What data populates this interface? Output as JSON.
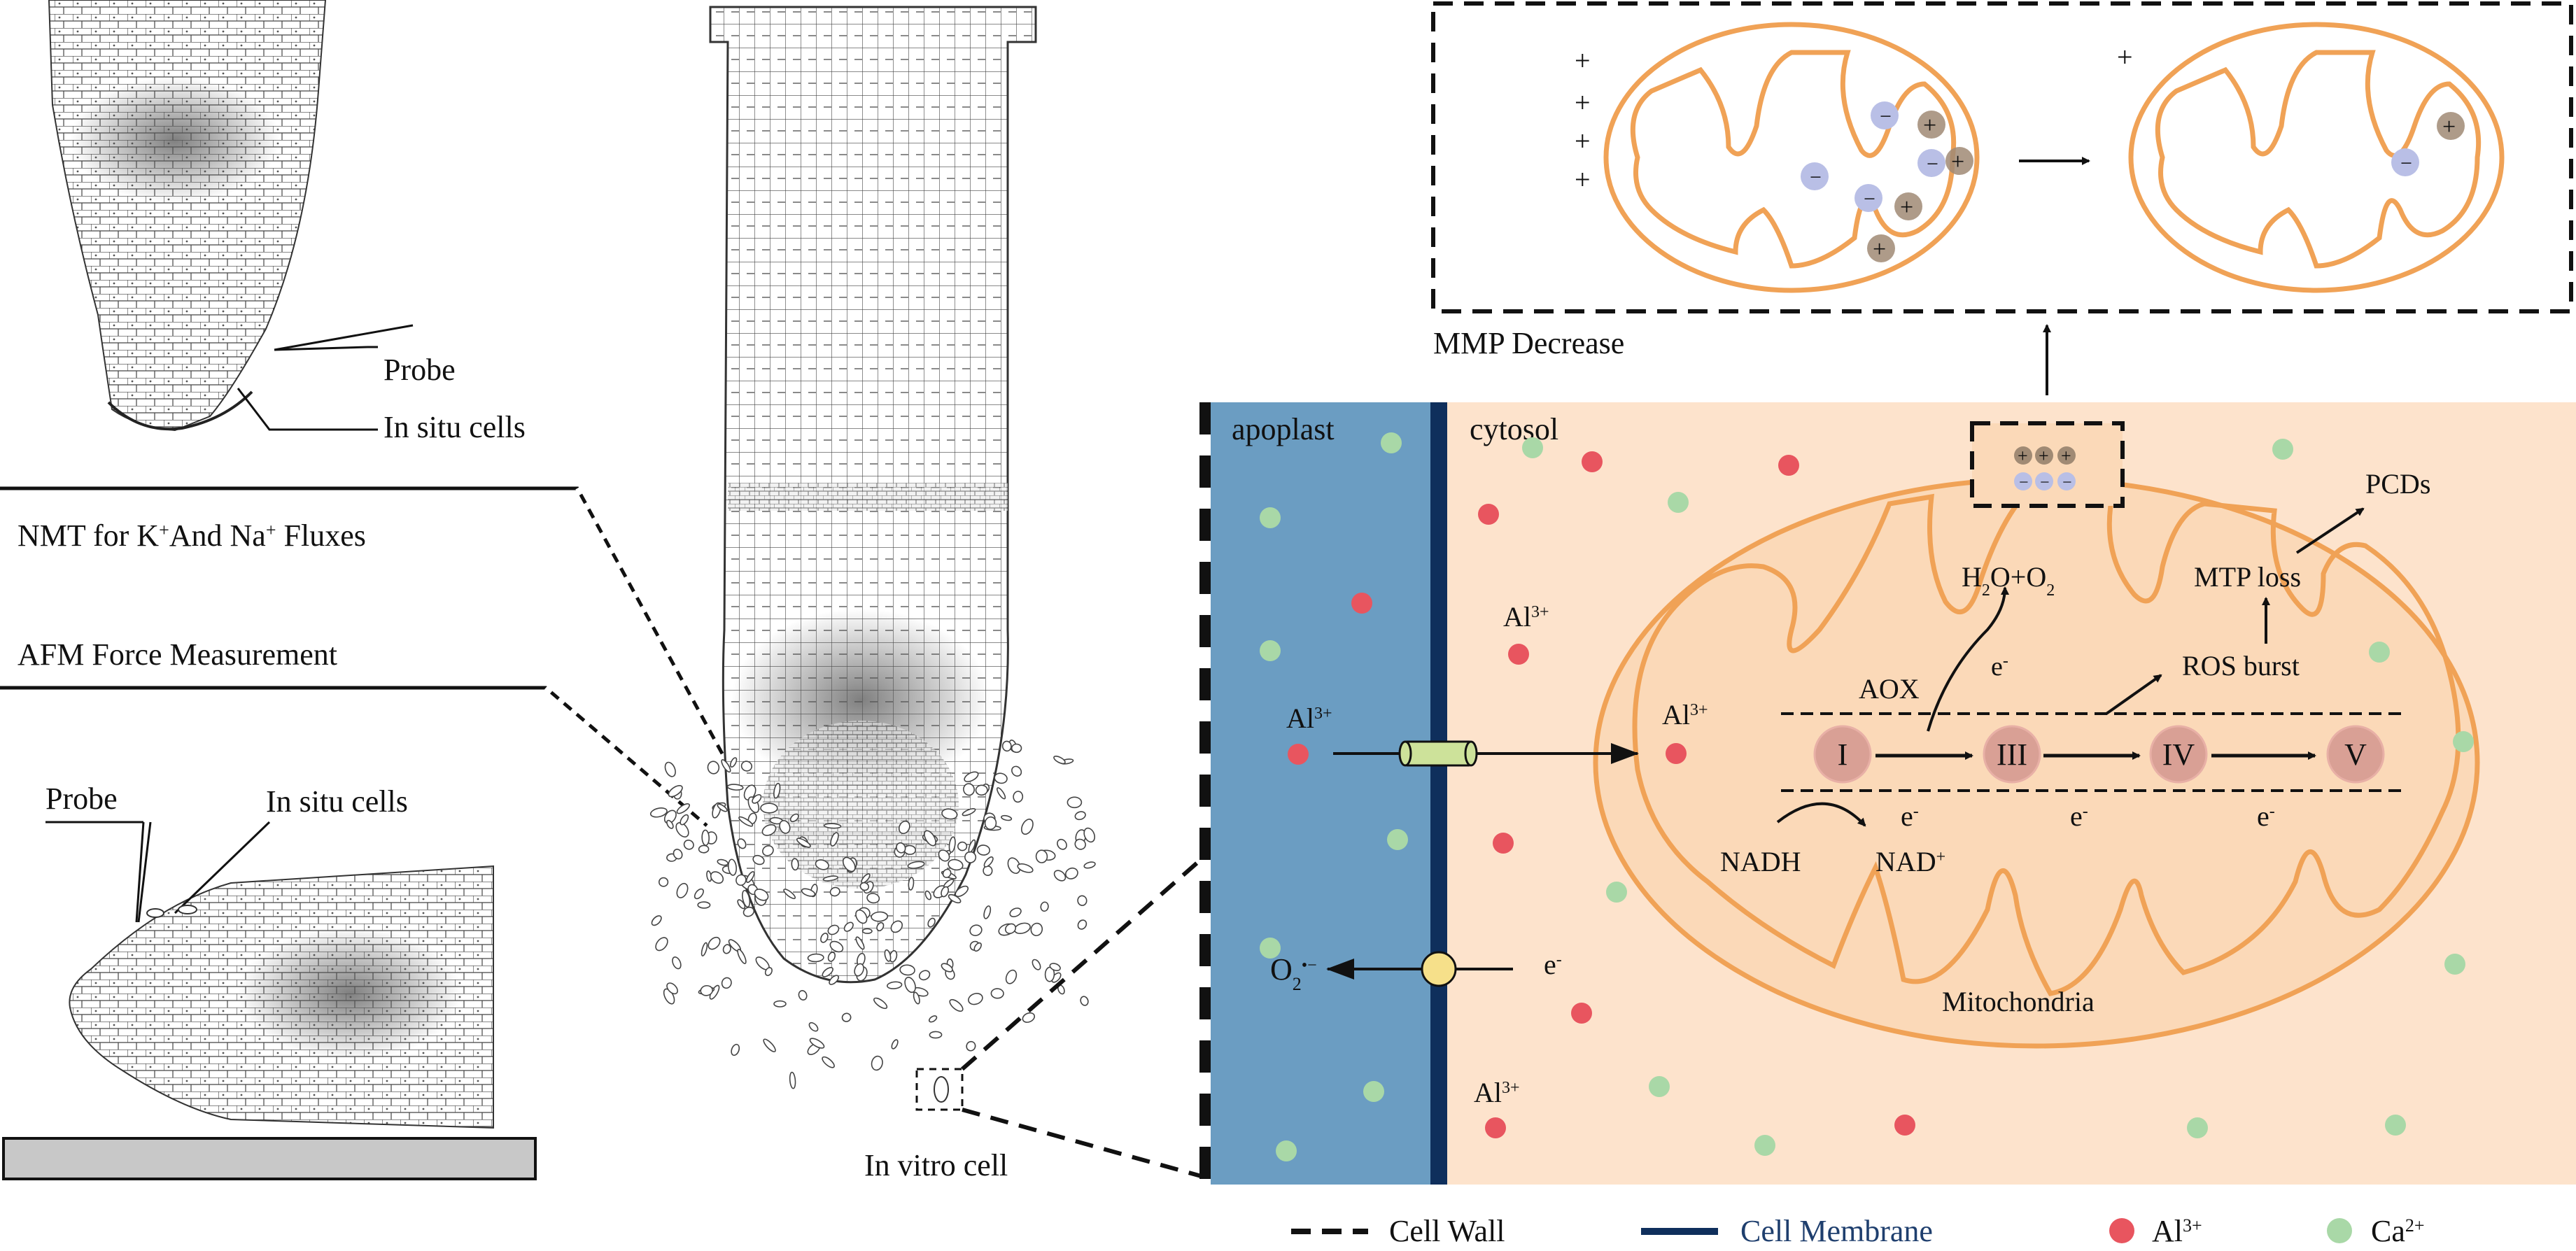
{
  "colors": {
    "apoplast": "#6b9dc2",
    "cytosol": "#fde3cc",
    "membrane": "#0f2f5c",
    "mito_stroke": "#f0a256",
    "mito_fill": "#fbd9b8",
    "al_dot": "#e8555f",
    "ca_dot": "#a9d8a7",
    "complex": "#d9a095",
    "channel": "#cde29a",
    "transporter": "#f6e08a",
    "neg_ion": "#b9bfe6",
    "pos_ion": "#a08a74",
    "substrate": "#c8c8c8"
  },
  "left_panel": {
    "top_probe_label": "Probe",
    "top_insitu_label": "In situ cells",
    "nmt_label_pre": "NMT for K",
    "nmt_label_sup1": "+",
    "nmt_label_mid": "And Na",
    "nmt_label_sup2": "+",
    "nmt_label_post": " Fluxes",
    "afm_label": "AFM Force Measurement",
    "bottom_probe_label": "Probe",
    "bottom_insitu_label": "In situ cells"
  },
  "center_panel": {
    "invitro_label": "In vitro cell"
  },
  "top_box": {
    "caption": "MMP Decrease",
    "plus_sign": "+",
    "minus_sign": "−"
  },
  "cell": {
    "apoplast_label": "apoplast",
    "cytosol_label": "cytosol",
    "al_base": "Al",
    "al_sup": "3+",
    "o2_base": "O",
    "o2_sub": "2",
    "o2_sup": "•−",
    "electron_base": "e",
    "electron_sup": "-",
    "mito_label": "Mitochondria",
    "complexes": [
      "I",
      "III",
      "IV",
      "V"
    ],
    "aox_label": "AOX",
    "h2o_pre": "H",
    "h2o_sub": "2",
    "h2o_post": "O+O",
    "h2o_sub2": "2",
    "nadh_label": "NADH",
    "nad_base": "NAD",
    "nad_sup": "+",
    "ros_label": "ROS burst",
    "mtp_label": "MTP loss",
    "pcd_label": "PCDs"
  },
  "legend": {
    "cell_wall": "Cell Wall",
    "cell_membrane": "Cell Membrane",
    "al_base": "Al",
    "al_sup": "3+",
    "ca_base": "Ca",
    "ca_sup": "2+"
  }
}
